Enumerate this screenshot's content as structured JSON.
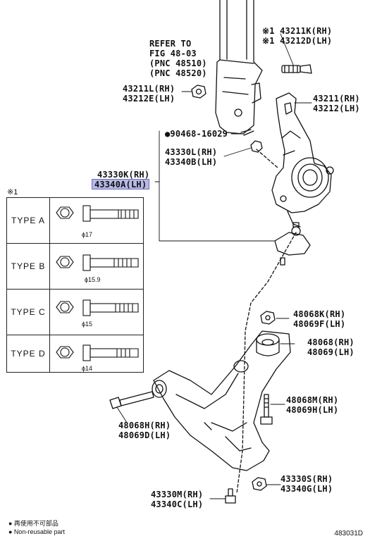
{
  "refer": {
    "line1": "REFER TO",
    "line2": "FIG 48-03",
    "line3": "(PNC 48510)",
    "line4": "(PNC 48520)"
  },
  "parts": {
    "p43211k": "※1 43211K(RH)",
    "p43212d": "※1 43212D(LH)",
    "p43211l": "43211L(RH)",
    "p43212e": "43212E(LH)",
    "p43211": "43211(RH)",
    "p43212": "43212(LH)",
    "p90468": "●90468-16029",
    "p43330l": "43330L(RH)",
    "p43340b": "43340B(LH)",
    "p43330k": "43330K(RH)",
    "p43340a": "43340A(LH)",
    "p48068k": "48068K(RH)",
    "p48069f": "48069F(LH)",
    "p48068": "48068(RH)",
    "p48069": "48069(LH)",
    "p48068m": "48068M(RH)",
    "p48069h": "48069H(LH)",
    "p48068h": "48068H(RH)",
    "p48069d": "48069D(LH)",
    "p43330s": "43330S(RH)",
    "p43340g": "43340G(LH)",
    "p43330m": "43330M(RH)",
    "p43340c": "43340C(LH)"
  },
  "types_note": "※1",
  "types": [
    {
      "label": "TYPE  A",
      "diameter": "ϕ17"
    },
    {
      "label": "TYPE  B",
      "diameter": "ϕ15.9"
    },
    {
      "label": "TYPE  C",
      "diameter": "ϕ15"
    },
    {
      "label": "TYPE  D",
      "diameter": "ϕ14"
    }
  ],
  "legend": {
    "line1": "● 再使用不可部品",
    "line2": "● Non-reusable part"
  },
  "figure_code": "483031D",
  "colors": {
    "highlight": "#b7b9e6",
    "line": "#111111"
  }
}
